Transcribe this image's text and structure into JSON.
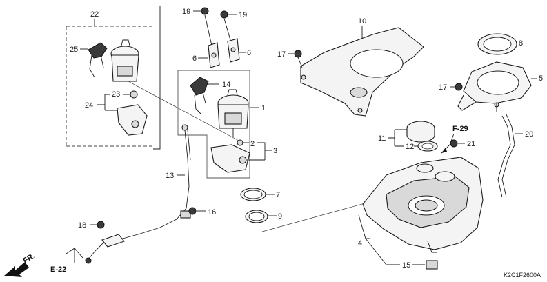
{
  "colors": {
    "ink": "#1a1a1a",
    "fill": "#f4f4f4",
    "shade": "#d9d9d9"
  },
  "group_label": "22",
  "parts": {
    "p1": "1",
    "p2": "2",
    "p3": "3",
    "p4": "4",
    "p5": "5",
    "p6a": "6",
    "p6b": "6",
    "p7": "7",
    "p8": "8",
    "p9": "9",
    "p10": "10",
    "p11": "11",
    "p12": "12",
    "p13": "13",
    "p14": "14",
    "p15": "15",
    "p16": "16",
    "p17a": "17",
    "p17b": "17",
    "p18": "18",
    "p19a": "19",
    "p19b": "19",
    "p20": "20",
    "p21": "21",
    "p23": "23",
    "p24": "24",
    "p25": "25"
  },
  "refs": {
    "f29": "F-29",
    "e22": "E-22"
  },
  "direction": {
    "label": "FR.",
    "icon": "front-arrow-icon"
  },
  "diagram_code": "K2C1F2600A"
}
